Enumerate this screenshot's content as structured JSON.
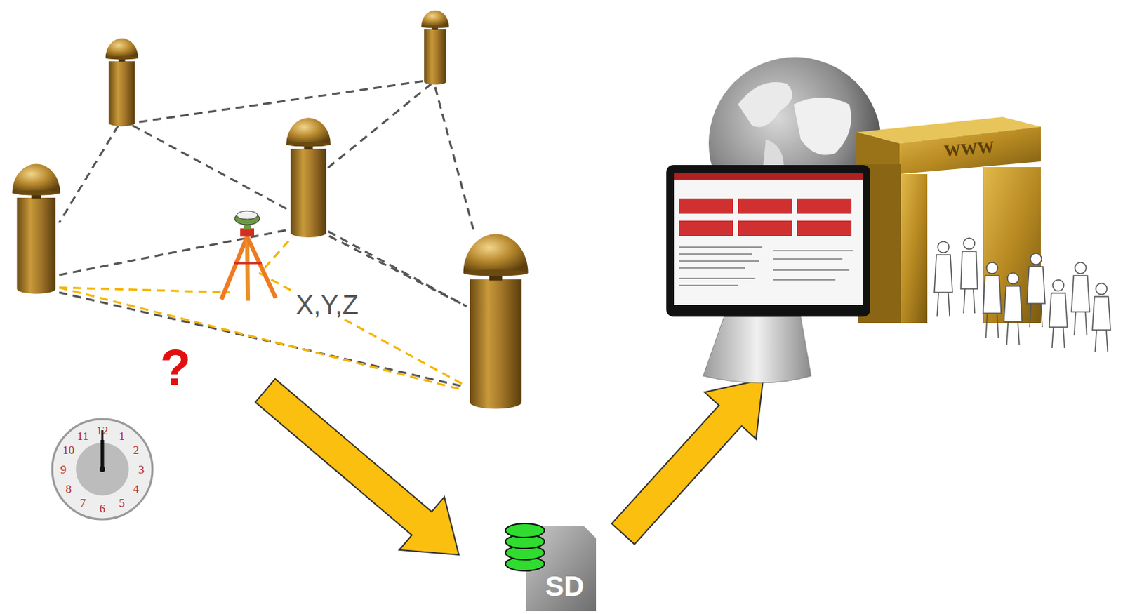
{
  "diagram": {
    "labels": [
      "X,Y,Z",
      "?",
      "SD",
      "WWW",
      "12",
      "1",
      "2",
      "3",
      "4",
      "5",
      "6",
      "7",
      "8",
      "9",
      "10",
      "11"
    ]
  }
}
